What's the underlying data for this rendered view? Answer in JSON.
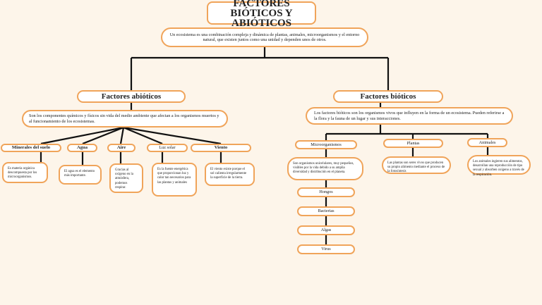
{
  "title": "FACTORES BIÓTICOS Y ABIÓTICOS",
  "definition": "Un ecosistema es una combinación compleja y dinámica de plantas, animales,  microorganismos y el entorno natural, que existen juntos como una unidad y dependen  unos de otros.",
  "abioticos": {
    "heading": "Factores abióticos",
    "description": "Son los componentes químicos y físicos sin vida del medio ambiente que  afectan a los organismos muertos y al funcionamiento de los ecosistemas.",
    "items": [
      {
        "label": "Minerales del suelo",
        "text": "Es materia orgánica descompuesta por los microorganismos."
      },
      {
        "label": "Agua",
        "text": "El agua es el elemento más importante."
      },
      {
        "label": "Aire",
        "text": "Gracias al oxígeno en la atmósfera, podemos respirar."
      },
      {
        "label": "Luz solar",
        "text": "Es la fuente energética que proporcionan luz y calor tan  necesarios para las plantas y animales"
      },
      {
        "label": "Viento",
        "text": "El viento existe porque el sol calienta irregularmente la superficie de la tierra."
      }
    ]
  },
  "bioticos": {
    "heading": "Factores bióticos",
    "description": "Los factores bióticos son los organismos vivos que influyen en la forma de un  ecosistema. Pueden referirse a la flora y la fauna de un lugar y sus  interacciones.",
    "items": [
      {
        "label": "Microorganismos",
        "text": "Son  organismos  unicelulares, muy pequeños, visibles por la vida  debido  a su  amplia diversidad y distribución en el  planeta."
      },
      {
        "label": "Plantas",
        "text": "Las plantas son  seres  vivos  que producen su propio alimento mediante el proceso de la fotosíntesis"
      },
      {
        "label": "Animales",
        "text": "Los  animales  ingieren  sus  alimentos, desarrollan  una reproducción  de  tipo sexual  y absorben oxígeno a través de la respiración."
      }
    ],
    "micro_types": [
      "Hongos",
      "Bacterias",
      "Algas",
      "Virus"
    ]
  }
}
